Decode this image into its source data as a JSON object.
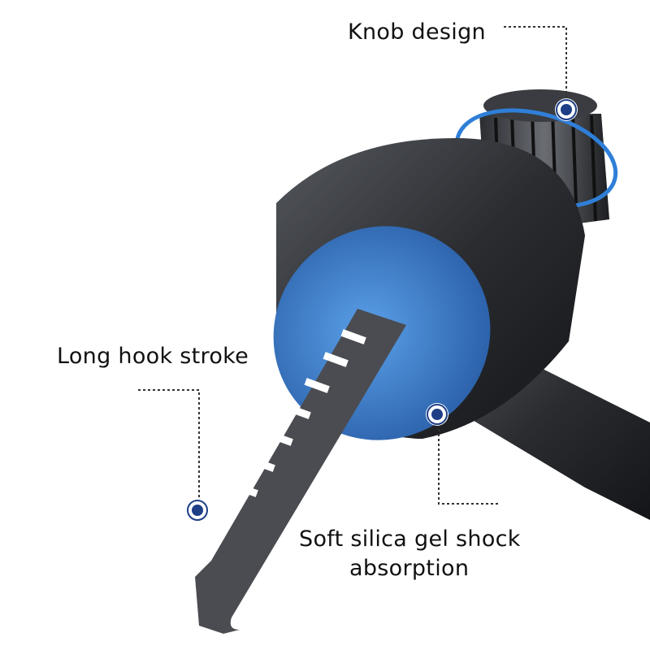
{
  "callouts": {
    "knob": "Knob design",
    "hook": "Long hook stroke",
    "gel_line1": "Soft silica gel shock",
    "gel_line2": "absorption"
  },
  "colors": {
    "body": "#2b2d31",
    "pad": "#3f7fd0",
    "marker": "#1e3f86",
    "arrow": "#2f7fd8",
    "leader": "#333333"
  }
}
